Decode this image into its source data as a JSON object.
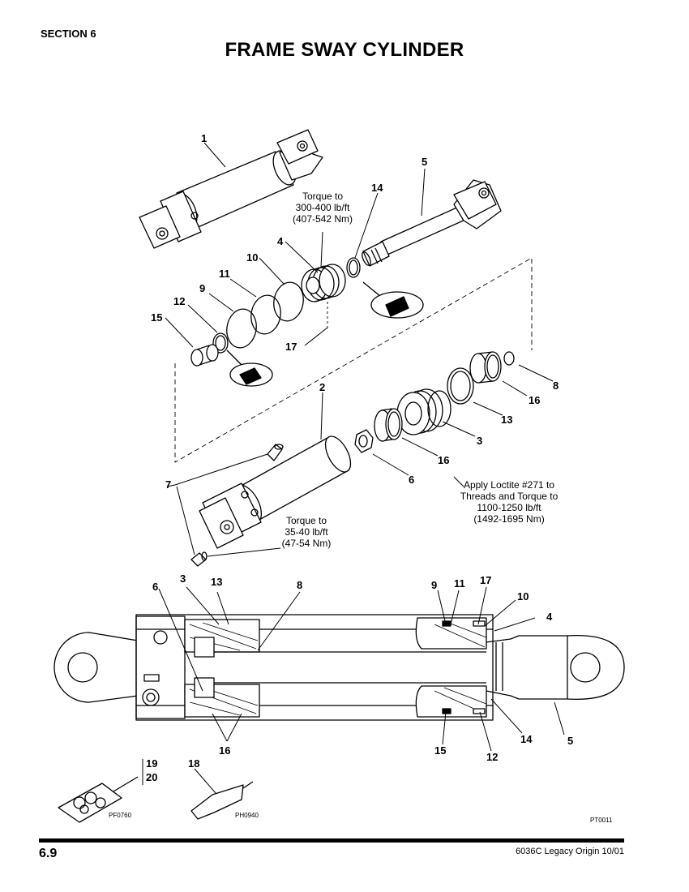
{
  "header": {
    "section": "SECTION 6",
    "title": "FRAME SWAY CYLINDER"
  },
  "callouts": {
    "c1": "1",
    "c2": "2",
    "c3": "3",
    "c4": "4",
    "c5": "5",
    "c6": "6",
    "c7": "7",
    "c8": "8",
    "c9": "9",
    "c10": "10",
    "c11": "11",
    "c12": "12",
    "c13": "13",
    "c14": "14",
    "c15": "15",
    "c16": "16",
    "c17": "17",
    "c18": "18",
    "c19": "19",
    "c20": "20"
  },
  "notes": {
    "torque_piston": [
      "Torque to",
      "300-400 lb/ft",
      "(407-542 Nm)"
    ],
    "loctite": [
      "Apply Loctite #271 to",
      "Threads and Torque to",
      "1100-1250 lb/ft",
      "(1492-1695 Nm)"
    ],
    "torque_fitting": [
      "Torque to",
      "35-40 lb/ft",
      "(47-54 Nm)"
    ]
  },
  "image_codes": {
    "seal_kit": "PF0760",
    "tube": "PH0940",
    "figure": "PT0011"
  },
  "footer": {
    "page": "6.9",
    "doc": "6036C Legacy Origin 10/01"
  }
}
